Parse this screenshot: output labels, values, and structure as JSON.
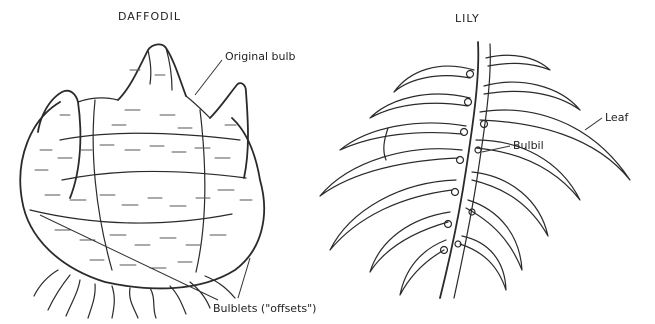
{
  "daffodil": {
    "title": "DAFFODIL",
    "label_original_bulb": "Original bulb",
    "label_bulblets": "Bulblets (\"offsets\")"
  },
  "lily": {
    "title": "LILY",
    "label_leaf": "Leaf",
    "label_bulbil": "Bulbil"
  }
}
